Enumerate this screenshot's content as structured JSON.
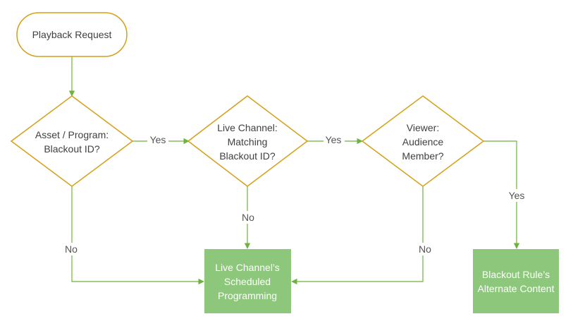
{
  "colors": {
    "decision_stroke": "#D4A017",
    "edge": "#6DB33F",
    "result_fill": "#8DC77B",
    "text": "#404040",
    "result_text": "#FFFFFF"
  },
  "nodes": {
    "start": {
      "line1": "Playback Request"
    },
    "asset_decision": {
      "line1": "Asset / Program:",
      "line2": "Blackout ID?"
    },
    "channel_decision": {
      "line1": "Live Channel:",
      "line2": "Matching",
      "line3": "Blackout ID?"
    },
    "viewer_decision": {
      "line1": "Viewer:",
      "line2": "Audience",
      "line3": "Member?"
    },
    "scheduled_result": {
      "line1": "Live Channel’s",
      "line2": "Scheduled",
      "line3": "Programming"
    },
    "alternate_result": {
      "line1": "Blackout Rule’s",
      "line2": "Alternate Content"
    }
  },
  "edges": {
    "asset_yes": "Yes",
    "channel_yes": "Yes",
    "viewer_yes": "Yes",
    "asset_no": "No",
    "channel_no": "No",
    "viewer_no": "No"
  }
}
